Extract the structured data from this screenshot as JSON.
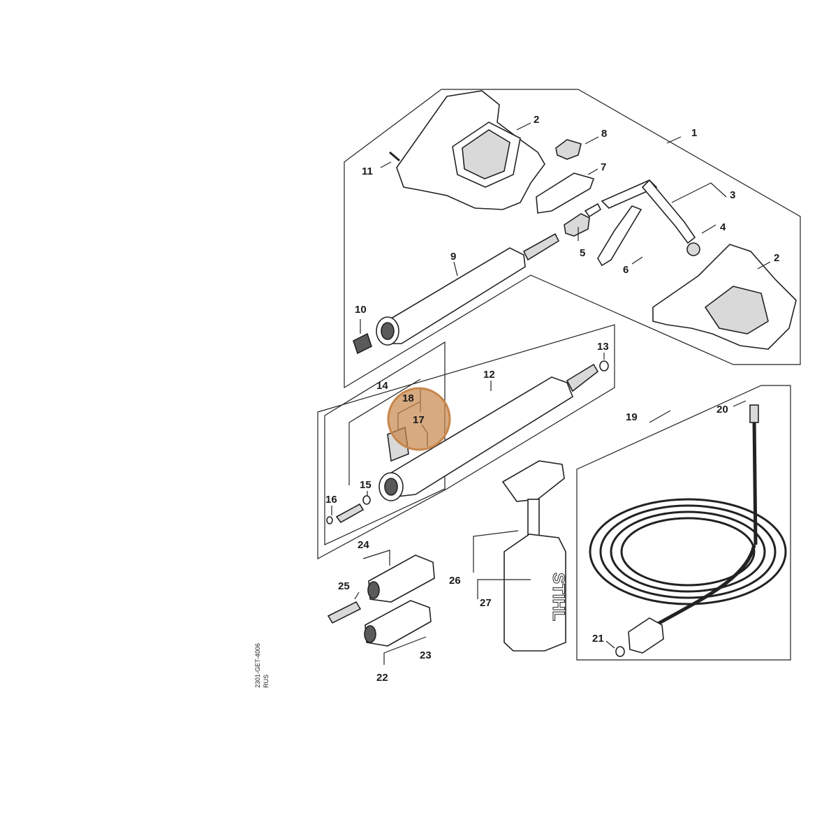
{
  "diagram": {
    "callouts": [
      "1",
      "2",
      "3",
      "4",
      "5",
      "6",
      "7",
      "8",
      "9",
      "10",
      "11",
      "12",
      "13",
      "14",
      "15",
      "16",
      "17",
      "18",
      "19",
      "20",
      "21",
      "22",
      "23",
      "24",
      "25",
      "26",
      "27"
    ],
    "second_label_2": "2",
    "brand_text": "STIHL",
    "drawing_code": "2301-GET-4006",
    "drawing_code_sub": "RUS",
    "highlight_color": "#c8864a"
  }
}
